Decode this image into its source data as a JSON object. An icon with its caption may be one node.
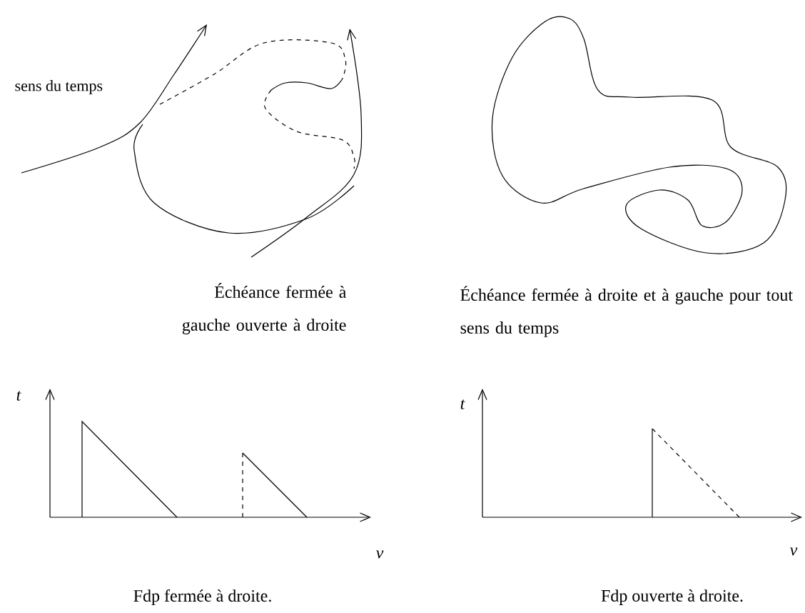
{
  "diagram": {
    "labels": [
      "sens du temps",
      "Échéance fermée à gauche ouverte à droite",
      "Échéance fermée à droite et à gauche pour tout sens du temps",
      "t",
      "t",
      "v",
      "v",
      "Fdp fermée à droite.",
      "Fdp ouverte à droite."
    ]
  }
}
